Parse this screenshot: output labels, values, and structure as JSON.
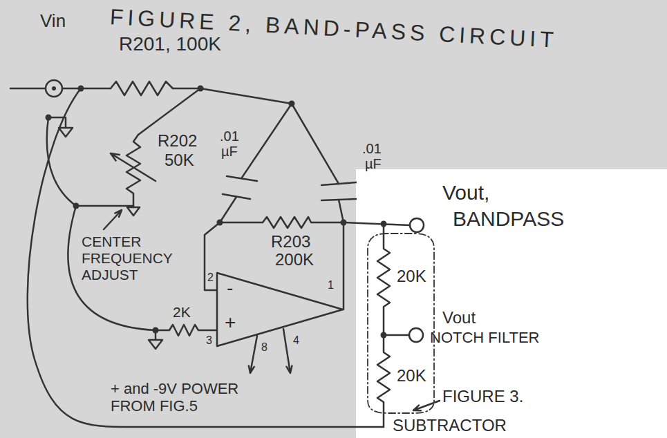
{
  "diagram": {
    "title": "FIGURE 2, BAND-PASS CIRCUIT",
    "nodes": [
      {
        "text": [
          "-",
          "+"
        ]
      }
    ],
    "labels": [
      "Vin",
      "R201, 100K",
      "R202",
      "50K",
      ".01",
      "µF",
      ".01",
      "µF",
      "Vout,",
      "BANDPASS",
      "CENTER FREQUENCY ADJUST",
      "R203",
      "200K",
      "2K",
      "2",
      "1",
      "3",
      "8",
      "4",
      "20K",
      "Vout",
      "NOTCH FILTER",
      "20K",
      "+ and -9V POWER FROM FIG.5",
      "FIGURE 3.",
      "SUBTRACTOR"
    ]
  }
}
